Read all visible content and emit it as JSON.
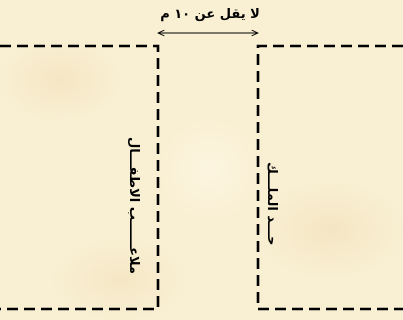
{
  "diagram": {
    "gap_label": "لا يقل عن ١٠ م",
    "left_area_label": "ملاعــــــب الاطفـــال",
    "right_area_label": "حـــد الملـــك",
    "line_color": "#000000",
    "background_color": "#f9efd3"
  }
}
